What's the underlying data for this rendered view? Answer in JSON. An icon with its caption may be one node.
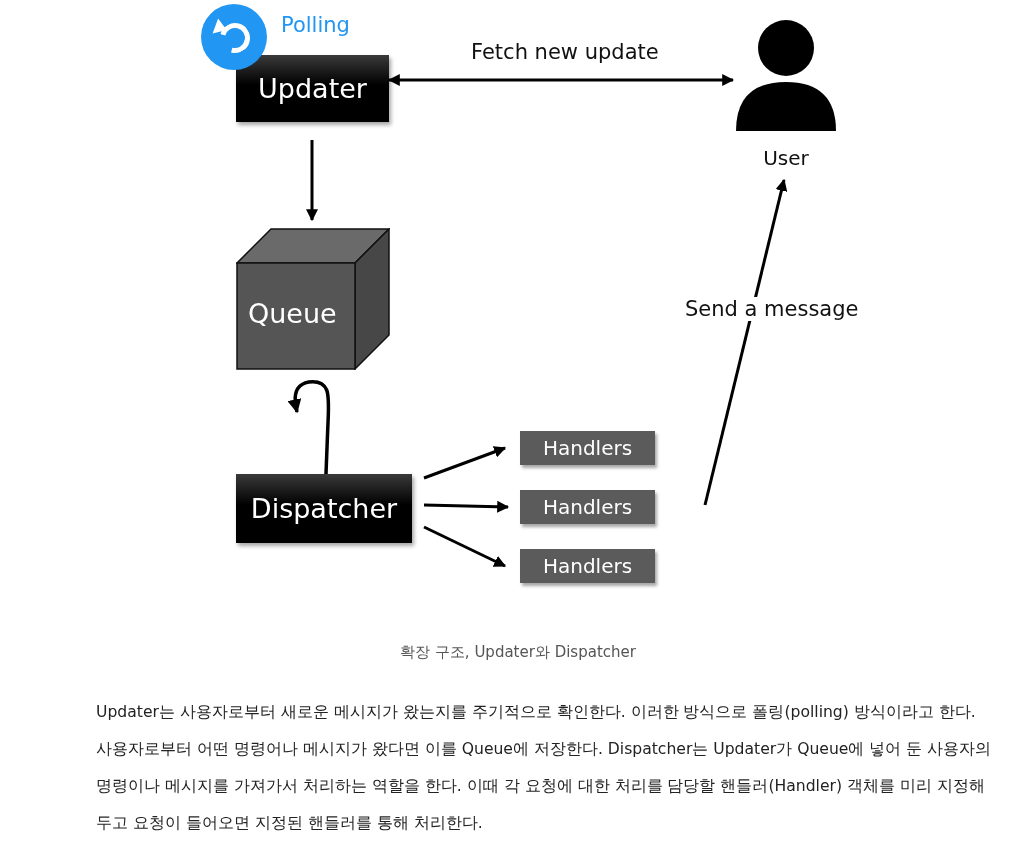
{
  "diagram": {
    "caption": "확장 구조, Updater와 Dispatcher",
    "nodes": [
      {
        "text": [
          "Updater"
        ],
        "beside": [
          "Polling"
        ]
      },
      {
        "text": [
          "User"
        ]
      },
      {
        "text": [
          "Queue"
        ]
      },
      {
        "text": [
          "Dispatcher"
        ]
      },
      {
        "text": [
          "Handlers"
        ]
      },
      {
        "text": [
          "Handlers"
        ]
      },
      {
        "text": [
          "Handlers"
        ]
      }
    ],
    "edges": [
      {
        "from": 0,
        "to": 1,
        "arrow": "both",
        "label": "Fetch new update"
      },
      {
        "from": 0,
        "to": 2,
        "arrow": "to"
      },
      {
        "from": 3,
        "to": 2,
        "arrow": "to"
      },
      {
        "from": 3,
        "to": 4,
        "arrow": "to"
      },
      {
        "from": 3,
        "to": 5,
        "arrow": "to"
      },
      {
        "from": 3,
        "to": 6,
        "arrow": "to"
      },
      {
        "from": null,
        "to": 1,
        "arrow": "to",
        "label": "Send a message"
      }
    ],
    "labels": [
      "Updater는 사용자로부터 새로운 메시지가 왔는지를 주기적으로 확인한다. 이러한 방식으로 폴링(polling) 방식이라고 한다. 사용자로부터 어떤 명령어나 메시지가 왔다면 이를 Queue에 저장한다. Dispatcher는 Updater가 Queue에 넣어 둔 사용자의 명령이나 메시지를 가져가서 처리하는 역할을 한다. 이때 각 요청에 대한 처리를 담당할 핸들러(Handler) 객체를 미리 지정해두고 요청이 들어오면 지정된 핸들러를 통해 처리한다."
    ]
  }
}
